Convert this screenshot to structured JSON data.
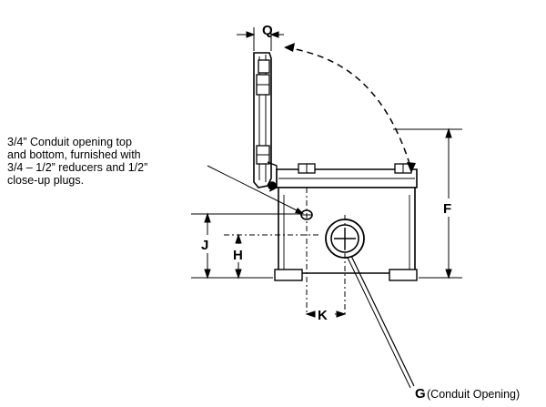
{
  "callout": {
    "lines": [
      "3/4” Conduit opening top",
      "and bottom, furnished with",
      "3/4 – 1/2” reducers and 1/2”",
      "close-up plugs."
    ]
  },
  "dimensions": {
    "q": "Q",
    "f": "F",
    "j": "J",
    "h": "H",
    "k": "K"
  },
  "conduit_label": {
    "letter": "G",
    "text": "(Conduit Opening)"
  }
}
